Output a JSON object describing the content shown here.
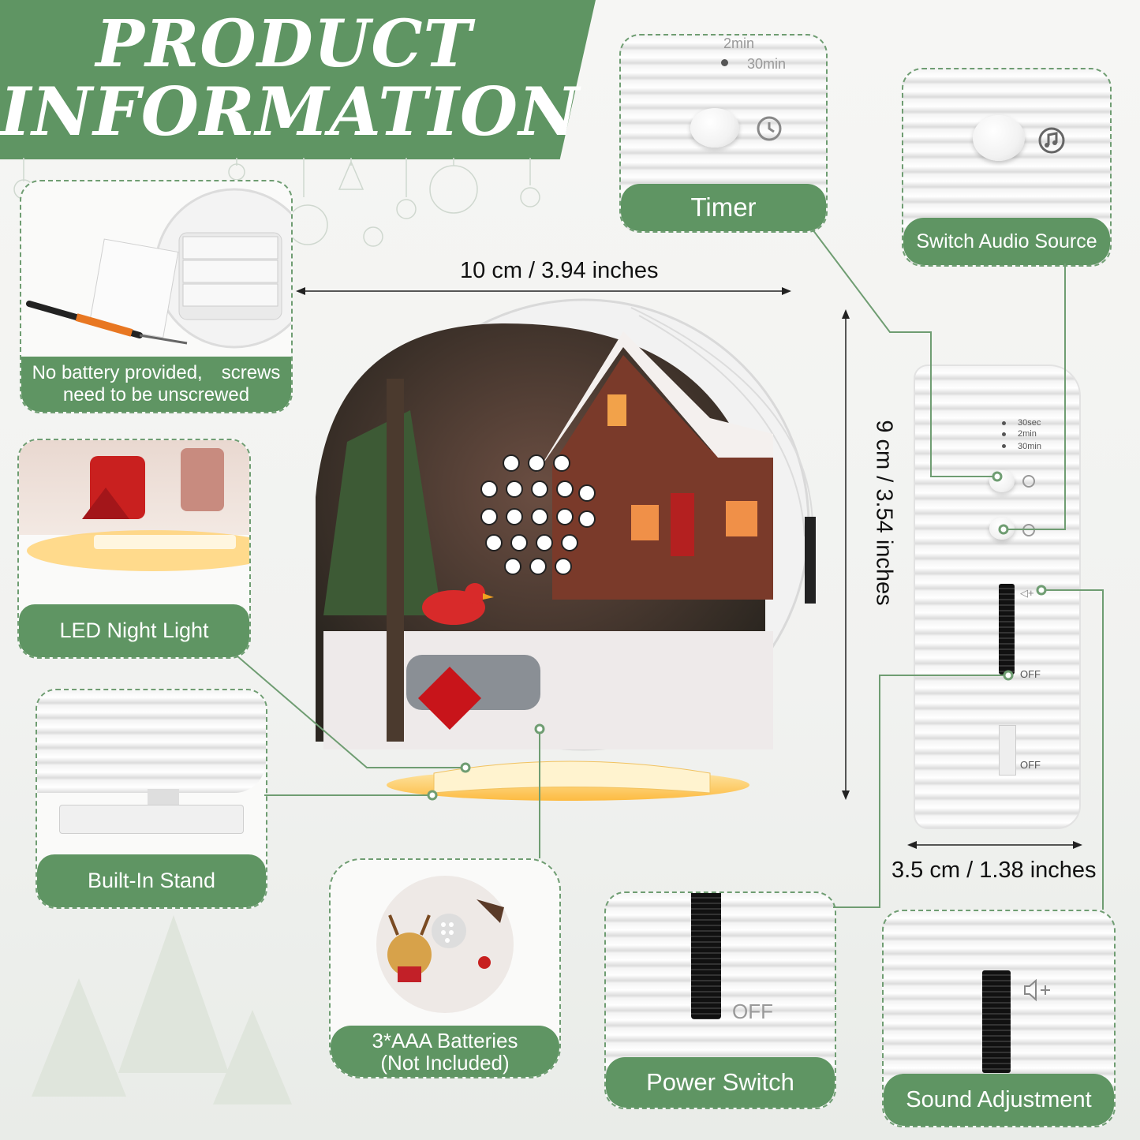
{
  "header": {
    "line1": "PRODUCT",
    "line2": "INFORMATION"
  },
  "timer_panel": {
    "label": "Timer",
    "opt1": "2min",
    "opt2": "30min"
  },
  "audio_panel": {
    "label": "Switch Audio Source"
  },
  "battery_panel": {
    "line1": "No battery provided,　screws",
    "line2": "need to be unscrewed"
  },
  "led_panel": {
    "label": "LED Night Light"
  },
  "stand_panel": {
    "label": "Built-In Stand"
  },
  "aaa_panel": {
    "line1": "3*AAA Batteries",
    "line2": "(Not Included)"
  },
  "power_panel": {
    "label": "Power Switch",
    "off": "OFF"
  },
  "sound_panel": {
    "label": "Sound Adjustment"
  },
  "dimensions": {
    "width": "10 cm / 3.94 inches",
    "height": "9 cm / 3.54 inches",
    "depth": "3.5 cm / 1.38 inches"
  },
  "side_view": {
    "t1": "30sec",
    "t2": "2min",
    "t3": "30min",
    "off1": "OFF",
    "off2": "OFF"
  },
  "colors": {
    "accent": "#5f9563",
    "dash": "#6f9d72"
  }
}
